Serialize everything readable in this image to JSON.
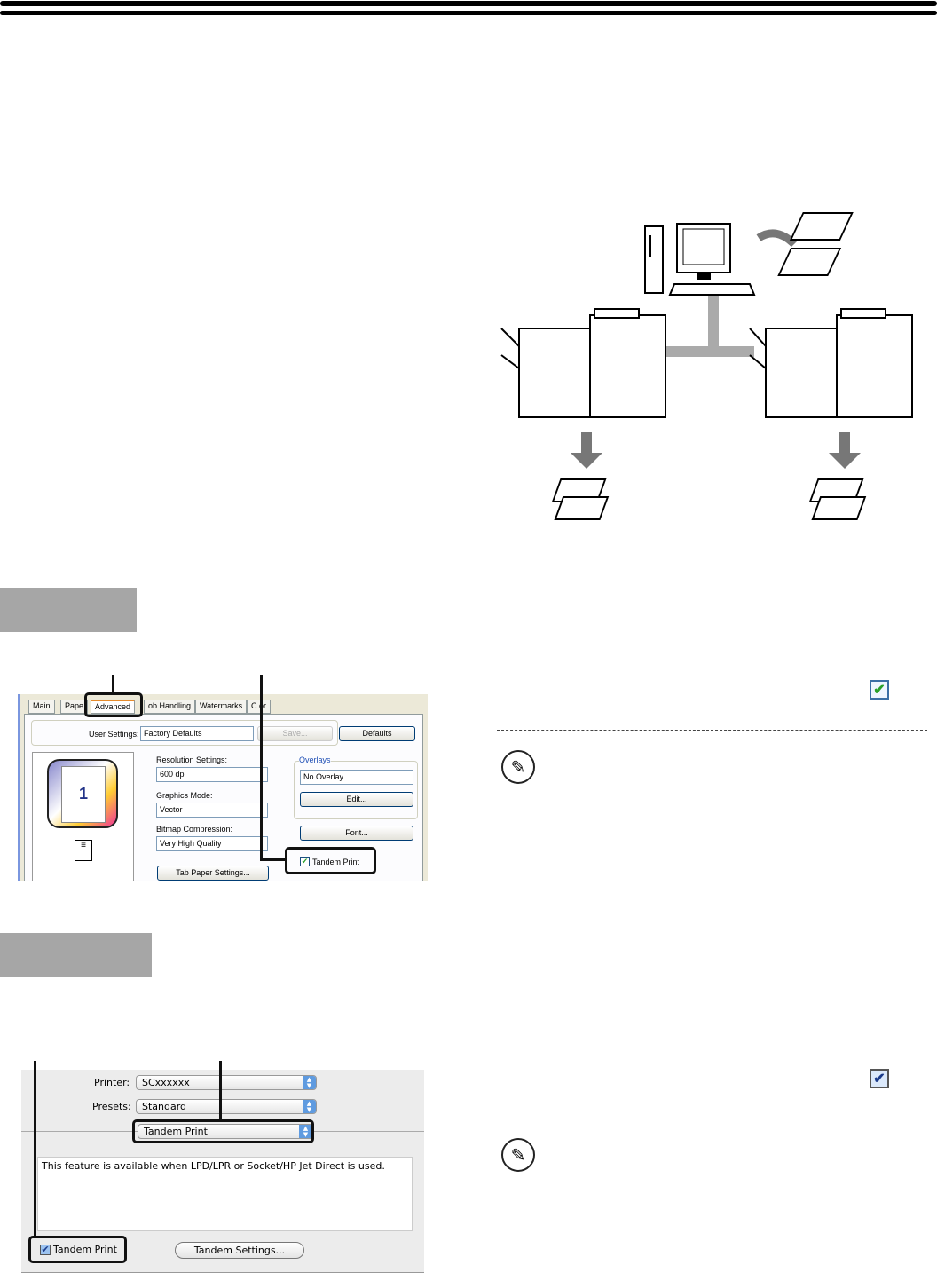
{
  "win_dialog": {
    "tabs": [
      "Main",
      "Pape",
      "Advanced",
      "ob Handling",
      "Watermarks",
      "C   or"
    ],
    "user_settings_label": "User Settings:",
    "user_settings_value": "Factory Defaults",
    "save_label": "Save...",
    "defaults_label": "Defaults",
    "preview_page_number": "1",
    "resolution_label": "Resolution Settings:",
    "resolution_value": "600 dpi",
    "graphics_label": "Graphics Mode:",
    "graphics_value": "Vector",
    "bitmap_label": "Bitmap Compression:",
    "bitmap_value": "Very High Quality",
    "tab_paper_label": "Tab Paper Settings...",
    "overlays_label": "Overlays",
    "overlay_value": "No Overlay",
    "edit_label": "Edit...",
    "font_label": "Font...",
    "tandem_label": "Tandem Print",
    "tandem_checked": true
  },
  "mac_dialog": {
    "printer_label": "Printer:",
    "printer_value": "SCxxxxxx",
    "presets_label": "Presets:",
    "presets_value": "Standard",
    "panel_value": "Tandem Print",
    "description": "This feature is available when LPD/LPR or Socket/HP Jet Direct is used.",
    "tandem_label": "Tandem Print",
    "tandem_checked": true,
    "tandem_settings_label": "Tandem Settings..."
  },
  "icons": {
    "check_win": "✔",
    "check_mac": "✔",
    "note": "✎",
    "win_check_color": "#2aa02a",
    "mac_check_color": "#1a3a8a"
  }
}
